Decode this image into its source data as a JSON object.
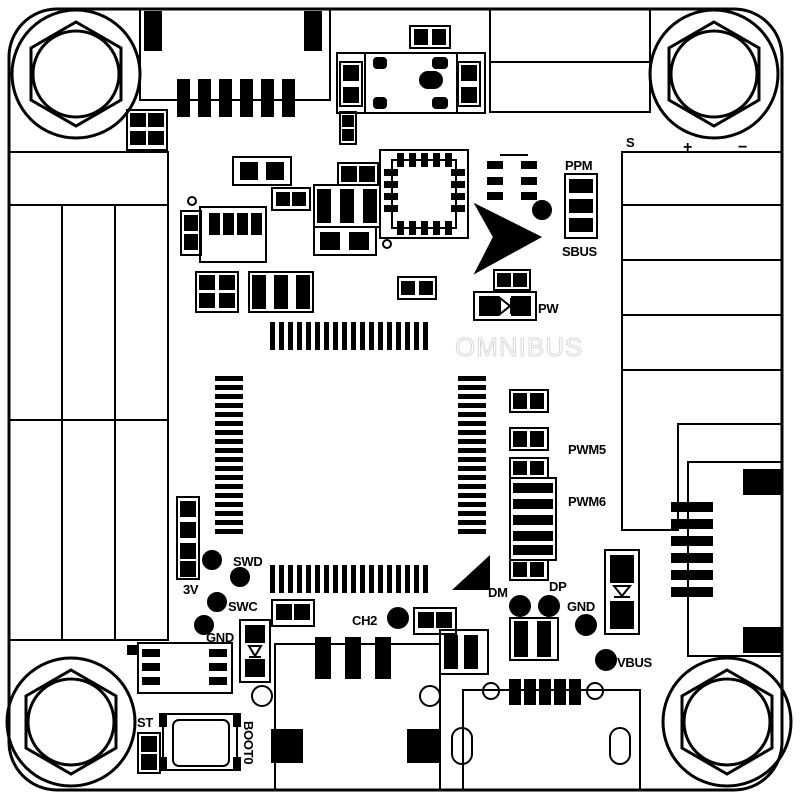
{
  "labels": {
    "s": "S",
    "plus": "+",
    "minus": "−",
    "ppm": "PPM",
    "sbus": "SBUS",
    "pw": "PW",
    "omnibus": "OMNIBUS",
    "pwm5": "PWM5",
    "pwm6": "PWM6",
    "swd": "SWD",
    "v3": "3V",
    "swc": "SWC",
    "gnd_left": "GND",
    "ch2": "CH2",
    "dm": "DM",
    "dp": "DP",
    "gnd_right": "GND",
    "vbus": "VBUS",
    "st": "ST",
    "boot0": "BOOT0"
  }
}
